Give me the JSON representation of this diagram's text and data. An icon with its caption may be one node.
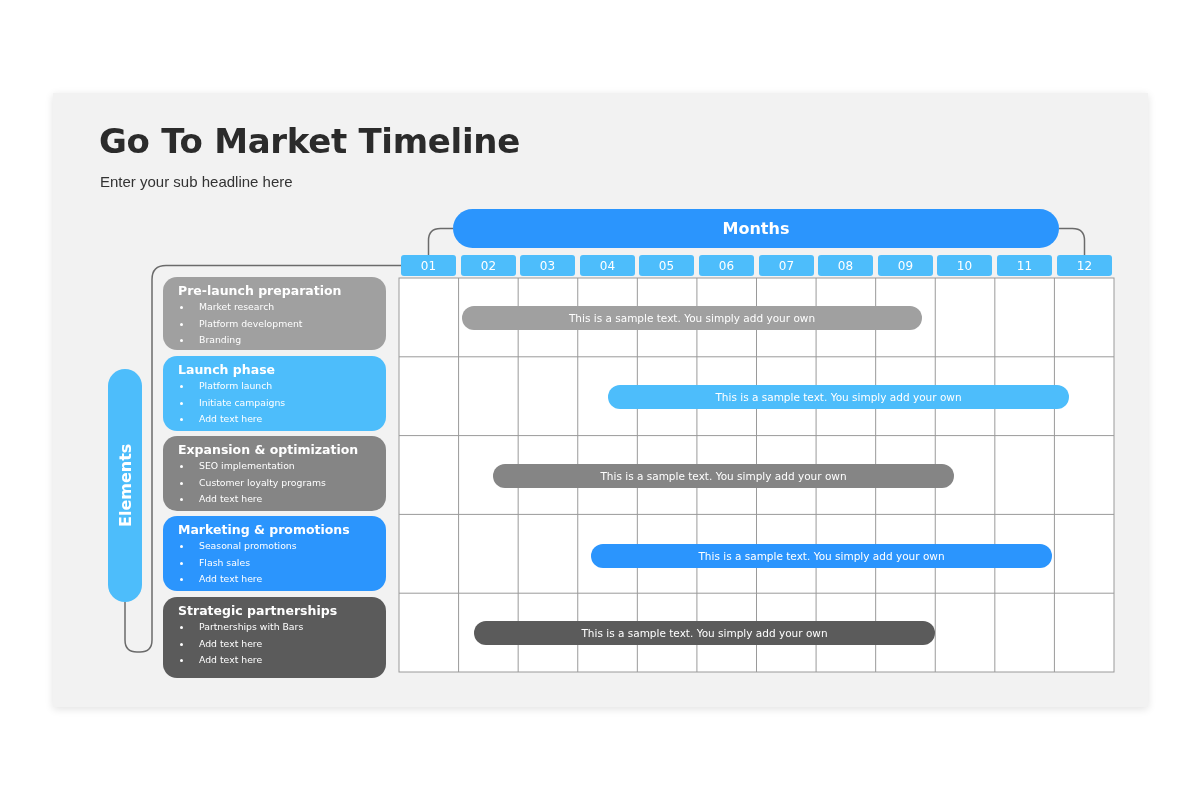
{
  "diagram": {
    "title": "Go To Market Timeline",
    "nodes": [
      {
        "text": [
          "Months"
        ]
      },
      {
        "text": [
          "01"
        ]
      },
      {
        "text": [
          "02"
        ]
      },
      {
        "text": [
          "03"
        ]
      },
      {
        "text": [
          "04"
        ]
      },
      {
        "text": [
          "05"
        ]
      },
      {
        "text": [
          "06"
        ]
      },
      {
        "text": [
          "07"
        ]
      },
      {
        "text": [
          "08"
        ]
      },
      {
        "text": [
          "09"
        ]
      },
      {
        "text": [
          "10"
        ]
      },
      {
        "text": [
          "11"
        ]
      },
      {
        "text": [
          "12"
        ]
      },
      {
        "text": [
          "Elements"
        ]
      },
      {
        "text": [
          "Pre-launch preparation",
          "Market research",
          "Platform development",
          "Branding"
        ]
      },
      {
        "text": [
          "Launch phase",
          "Platform launch",
          "Initiate campaigns",
          "Add text here"
        ]
      },
      {
        "text": [
          "Expansion & optimization",
          "SEO implementation",
          "Customer loyalty programs",
          "Add text here"
        ]
      },
      {
        "text": [
          "Marketing & promotions",
          "Seasonal promotions",
          "Flash sales",
          "Add text here"
        ]
      },
      {
        "text": [
          "Strategic partnerships",
          "Partnerships with Bars",
          "Add text here",
          "Add text here"
        ]
      },
      {
        "text": [
          "This is a sample text. You simply add your own"
        ]
      },
      {
        "text": [
          "This is a sample text. You simply add your own"
        ]
      },
      {
        "text": [
          "This is a sample text. You simply add your own"
        ]
      },
      {
        "text": [
          "This is a sample text. You simply add your own"
        ]
      },
      {
        "text": [
          "This is a sample text. You simply add your own"
        ]
      }
    ],
    "edges": [
      {
        "from": 0,
        "to": 1,
        "arrow": "none"
      },
      {
        "from": 0,
        "to": 12,
        "arrow": "none"
      },
      {
        "from": 13,
        "to": 1,
        "arrow": "none"
      }
    ],
    "labels": [
      "Enter your sub headline here"
    ]
  }
}
